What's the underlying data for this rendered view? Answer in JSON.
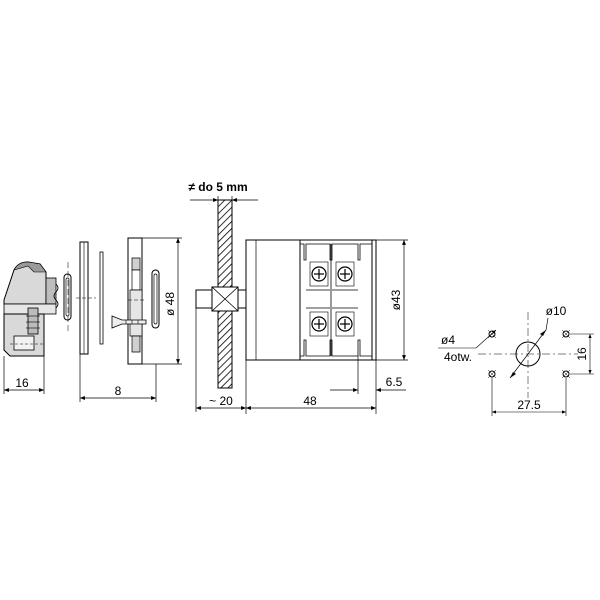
{
  "dimensions": {
    "panel_thickness": "≠ do 5 mm",
    "handle_depth": "16",
    "bracket_depth": "8",
    "shaft_length": "~ 20",
    "body_depth": "48",
    "terminal_offset": "6.5",
    "handle_diameter": "ø 48",
    "body_diameter": "ø43",
    "center_hole": "ø10",
    "mount_hole": "ø4",
    "mount_hole_count": "4otw.",
    "hole_spacing_v": "16",
    "hole_spacing_h": "27.5"
  },
  "colors": {
    "line": "#000000",
    "handle_fill": "#d9d9d9",
    "handle_dark": "#9a9a9a",
    "body_fill": "#ffffff"
  }
}
